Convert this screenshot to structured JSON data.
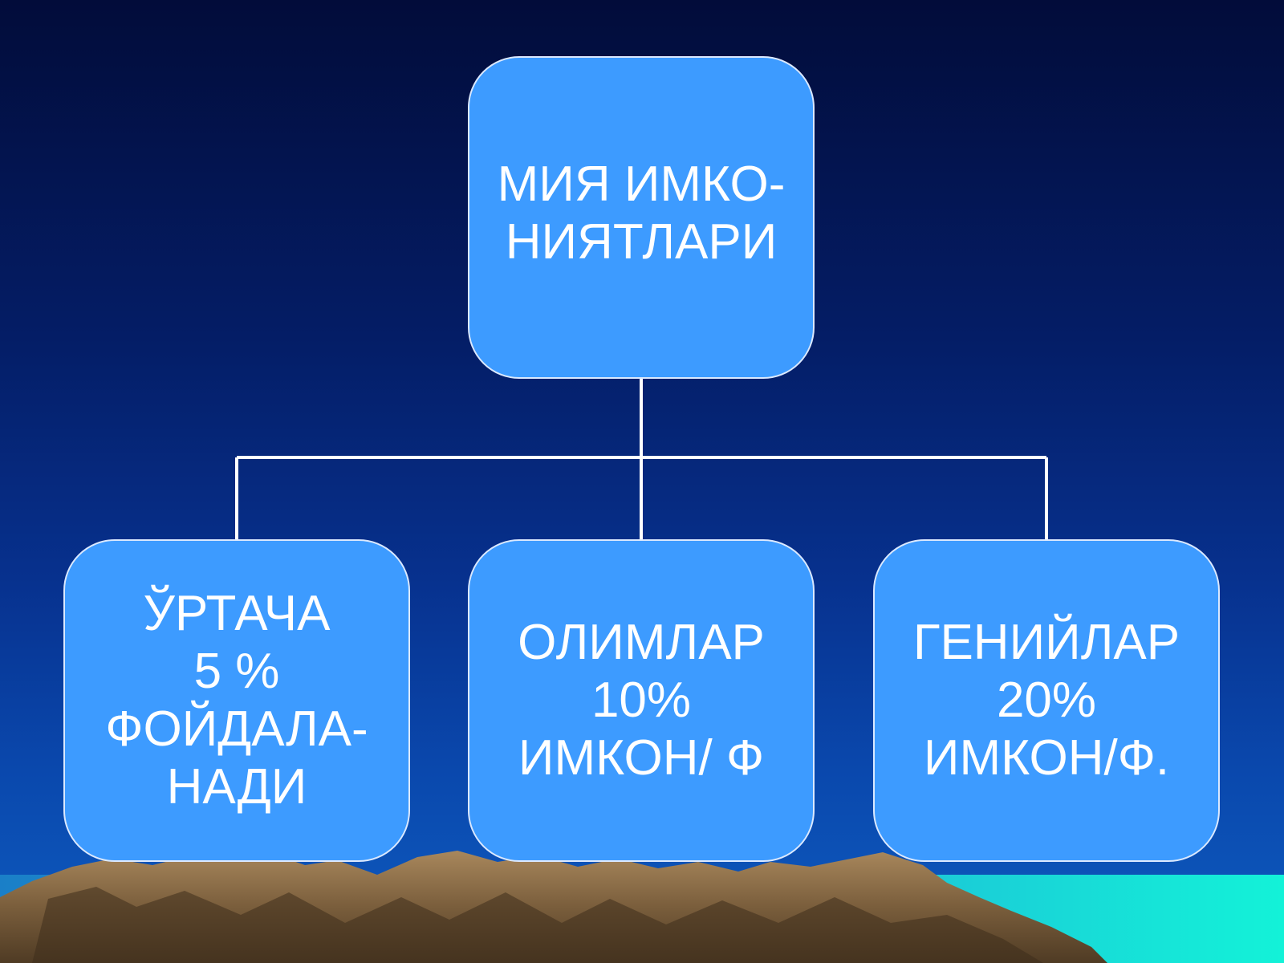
{
  "colors": {
    "node_fill": "#3d9bff",
    "node_border": "#dbe9ff",
    "connector": "#ffffff",
    "text": "#ffffff"
  },
  "diagram": {
    "root": {
      "label": "МИЯ ИМКО-\nНИЯТЛАРИ"
    },
    "children": [
      {
        "label": "ЎРТАЧА\n5 %\nФОЙДАЛА-\nНАДИ"
      },
      {
        "label": "ОЛИМЛАР\n10%\nИМКОН/ Ф"
      },
      {
        "label": "ГЕНИЙЛАР\n20%\nИМКОН/Ф."
      }
    ]
  }
}
